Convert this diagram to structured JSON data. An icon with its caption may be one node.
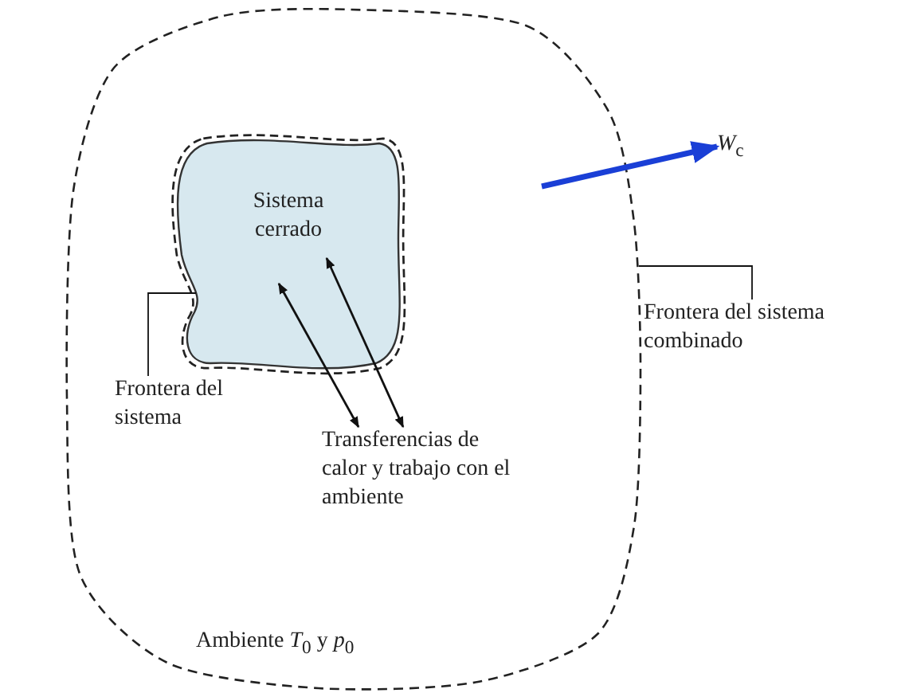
{
  "diagram": {
    "nodes": [
      {
        "text": [
          "Ambiente *T*$_{0}$ y *p*$_{0}$"
        ]
      },
      {
        "text": [
          "Sistema cerrado"
        ],
        "in": 0
      },
      {
        "text": [
          "Frontera del sistema"
        ],
        "in": 0
      },
      {
        "text": [
          "Transferencias de calor y trabajo con el ambiente"
        ],
        "in": 0
      },
      {
        "text": [
          "Frontera del sistema combinado"
        ]
      },
      {
        "text": [
          "*W*$_{c}$"
        ]
      }
    ],
    "edges": [
      {
        "from": 1,
        "to": 3,
        "arrow": "both"
      },
      {
        "from": 1,
        "to": 3,
        "arrow": "both"
      },
      {
        "from": null,
        "to": 5,
        "arrow": "to",
        "style": "thick",
        "color": "#1a3fd6"
      },
      {
        "from": 2,
        "to": 1,
        "arrow": "none"
      },
      {
        "from": 4,
        "to": 0,
        "arrow": "none"
      }
    ]
  }
}
